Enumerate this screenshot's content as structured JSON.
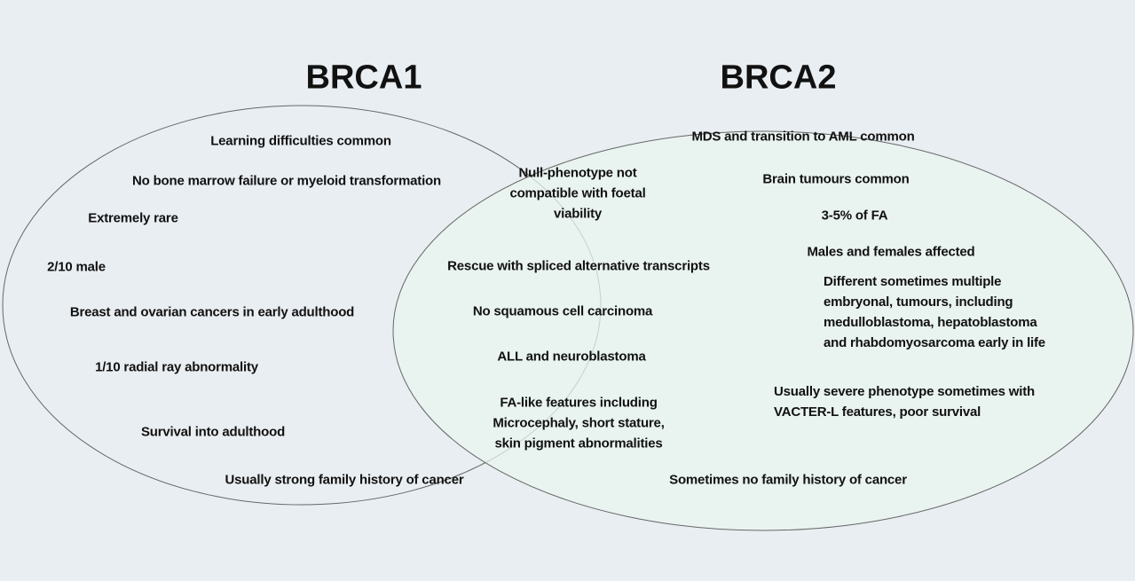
{
  "titles": {
    "left": "BRCA1",
    "right": "BRCA2"
  },
  "brca1_only": [
    "Learning difficulties common",
    "No bone marrow failure or myeloid transformation",
    "Extremely rare",
    "2/10 male",
    "Breast and ovarian cancers in early adulthood",
    "1/10 radial ray abnormality",
    "Survival into adulthood",
    "Usually strong family history of cancer"
  ],
  "shared": {
    "null_phenotype": [
      "Null-phenotype not",
      "compatible with foetal",
      "viability"
    ],
    "rescue": "Rescue with spliced alternative transcripts",
    "squamous": "No squamous cell carcinoma",
    "all": "ALL and neuroblastoma",
    "fa_like": [
      "FA-like features including",
      "Microcephaly, short stature,",
      "skin pigment abnormalities"
    ]
  },
  "brca2_only": {
    "mds": "MDS and transition to AML common",
    "brain": "Brain tumours common",
    "fa_pct": "3-5% of FA",
    "sex": "Males and females affected",
    "tumours": [
      "Different sometimes multiple",
      "embryonal,  tumours, including",
      "medulloblastoma, hepatoblastoma",
      "and rhabdomyosarcoma early in life"
    ],
    "severe": [
      "Usually severe phenotype sometimes with",
      "VACTER-L features, poor survival"
    ],
    "family": "Sometimes no family history of cancer"
  },
  "colors": {
    "background": "#e9eef2",
    "right_fill": "#e8f2ee",
    "stroke": "#666666"
  }
}
